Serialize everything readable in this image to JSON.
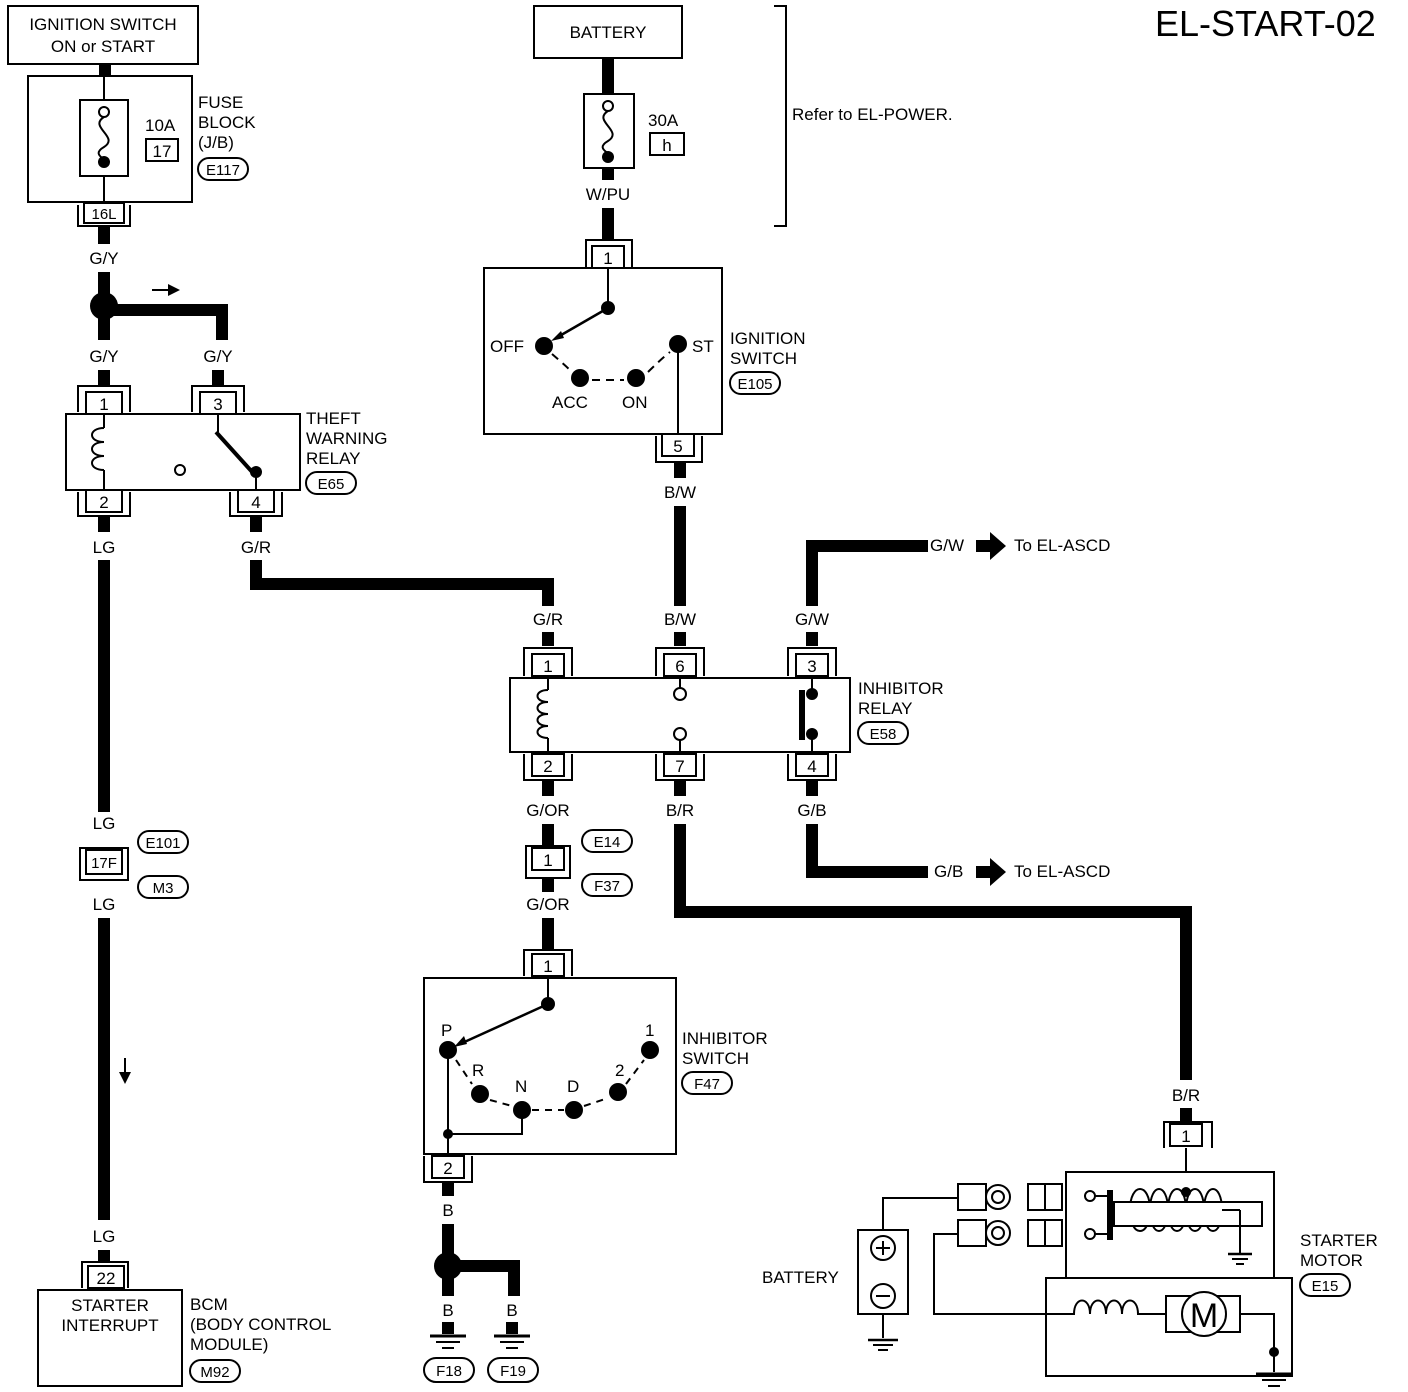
{
  "title": "EL-START-02",
  "refer_note": "Refer to EL-POWER.",
  "ignition_source": {
    "line1": "IGNITION SWITCH",
    "line2": "ON or START"
  },
  "fuse_block": {
    "line1": "FUSE",
    "line2": "BLOCK",
    "line3": "(J/B)",
    "connector": "E117",
    "rating": "10A",
    "number": "17",
    "terminal": "16L"
  },
  "battery_top": {
    "label": "BATTERY",
    "fuse_rating": "30A",
    "fuse_id": "h",
    "wire": "W/PU"
  },
  "ignition_switch": {
    "line1": "IGNITION",
    "line2": "SWITCH",
    "connector": "E105",
    "positions": [
      "OFF",
      "ACC",
      "ON",
      "ST"
    ],
    "pin_in": "1",
    "pin_out": "5"
  },
  "theft_relay": {
    "line1": "THEFT",
    "line2": "WARNING",
    "line3": "RELAY",
    "connector": "E65",
    "pins": [
      "1",
      "3",
      "2",
      "4"
    ]
  },
  "inhibitor_relay": {
    "line1": "INHIBITOR",
    "line2": "RELAY",
    "connector": "E58",
    "pins_top": [
      "1",
      "6",
      "3"
    ],
    "pins_bottom": [
      "2",
      "7",
      "4"
    ]
  },
  "inhibitor_switch": {
    "line1": "INHIBITOR",
    "line2": "SWITCH",
    "connector": "F47",
    "positions": [
      "P",
      "R",
      "N",
      "D",
      "2",
      "1"
    ],
    "pin_in": "1",
    "pin_out": "2"
  },
  "bcm": {
    "line1": "STARTER",
    "line2": "INTERRUPT",
    "label1": "BCM",
    "label2": "(BODY CONTROL",
    "label3": "MODULE)",
    "connector": "M92",
    "pin": "22"
  },
  "starter_motor": {
    "line1": "STARTER",
    "line2": "MOTOR",
    "connector": "E15",
    "pin": "1",
    "motor_symbol": "M"
  },
  "battery_bottom": {
    "label": "BATTERY"
  },
  "wires": {
    "gy": "G/Y",
    "lg": "LG",
    "gr": "G/R",
    "bw": "B/W",
    "gw": "G/W",
    "gor": "G/OR",
    "br": "B/R",
    "gb": "G/B",
    "b": "B"
  },
  "joint": {
    "pin": "17F",
    "conn_a": "E101",
    "conn_b": "M3"
  },
  "inhibitor_joint": {
    "pin": "1",
    "conn_a": "E14",
    "conn_b": "F37"
  },
  "ascd_ref": "To EL-ASCD",
  "grounds": [
    "F18",
    "F19"
  ]
}
